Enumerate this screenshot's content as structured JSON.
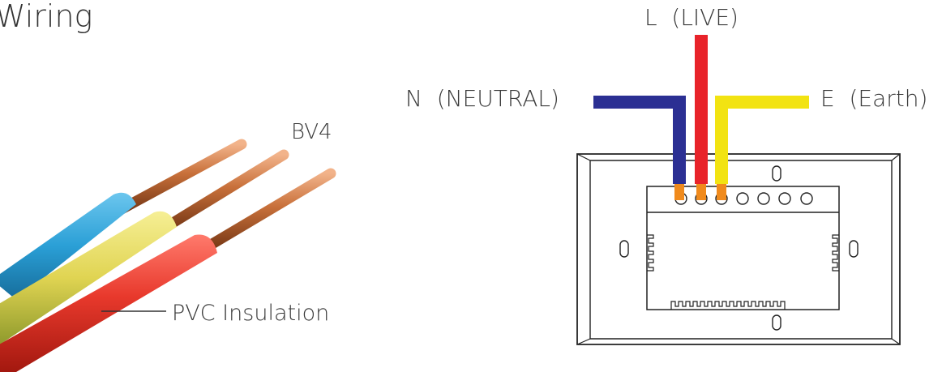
{
  "title": "Wiring",
  "cable": {
    "type_label": "BV4",
    "insulation_label": "PVC Insulation",
    "colors": {
      "blue": "#2a9fd6",
      "yellow": "#e3d75a",
      "red": "#e8392c",
      "copper": "#c8703a"
    }
  },
  "switch": {
    "live_label": "L  (LIVE)",
    "neutral_label": "N  (NEUTRAL)",
    "earth_label": "E  (Earth)",
    "colors": {
      "live": "#e8232a",
      "neutral": "#2b2f93",
      "earth": "#f2e312",
      "terminal": "#f08a1c"
    }
  }
}
